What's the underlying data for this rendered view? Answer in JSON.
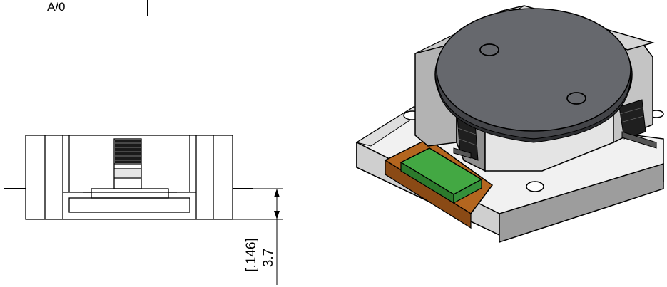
{
  "revision_block": {
    "text": "A/0"
  },
  "side_view": {
    "dimension_mm": "3.7",
    "dimension_in": "[.146]"
  },
  "colors": {
    "line": "#000000",
    "body_gray": "#a9a9a9",
    "lid_dark": "#5f6166",
    "copper": "#b4661f",
    "pcb_green": "#3fa33f",
    "white_body": "#f2f2f2"
  },
  "iso_view": {
    "label": ""
  }
}
